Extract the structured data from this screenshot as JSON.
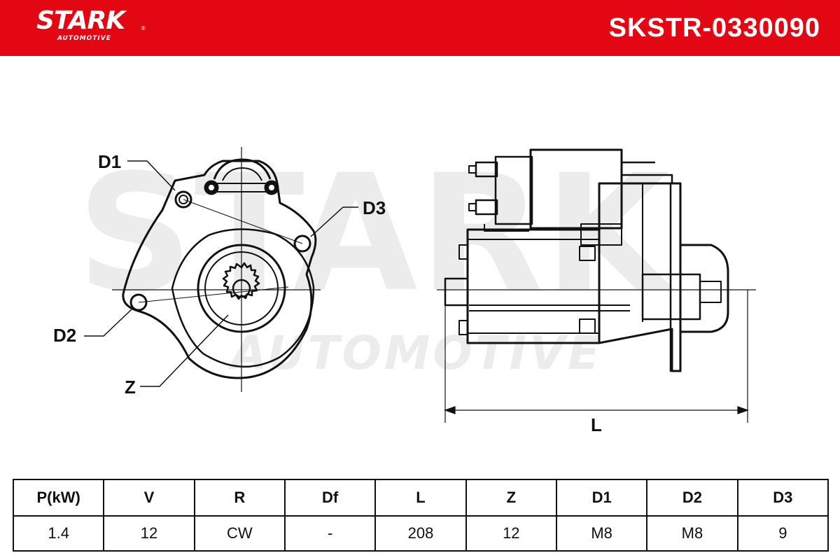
{
  "header": {
    "brand_name": "STARK",
    "brand_sub": "AUTOMOTIVE",
    "registered_mark": "®",
    "product_code": "SKSTR-0330090",
    "brand_color": "#e30613"
  },
  "watermark": {
    "word": "STARK",
    "sub": "AUTOMOTIVE"
  },
  "drawing": {
    "labels": {
      "d1": "D1",
      "d2": "D2",
      "d3": "D3",
      "z": "Z",
      "l": "L"
    }
  },
  "specs": {
    "headers": [
      "P(kW)",
      "V",
      "R",
      "Df",
      "L",
      "Z",
      "D1",
      "D2",
      "D3"
    ],
    "values": [
      "1.4",
      "12",
      "CW",
      "-",
      "208",
      "12",
      "M8",
      "M8",
      "9"
    ]
  }
}
